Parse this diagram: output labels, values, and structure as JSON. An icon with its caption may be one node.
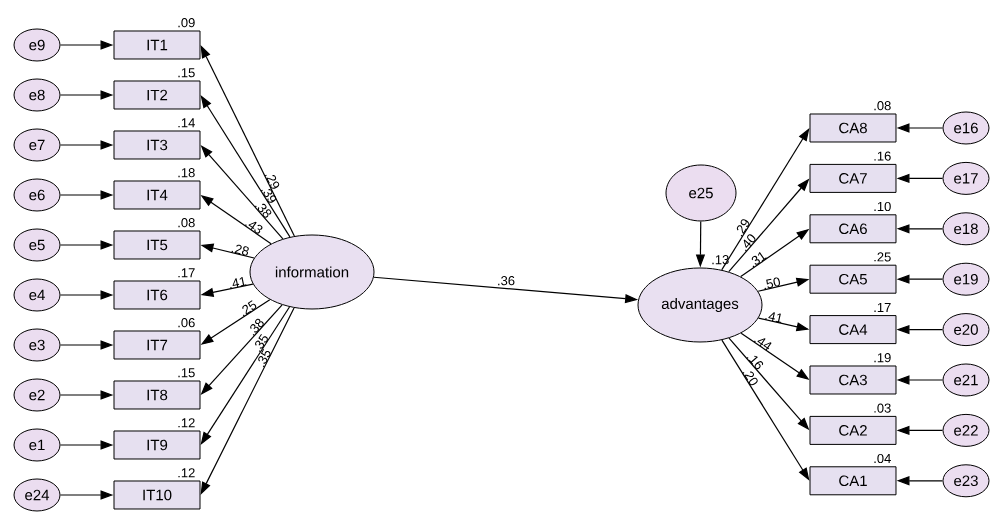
{
  "diagram": {
    "nodes": [
      {
        "text": [
          "e9"
        ]
      },
      {
        "text": [
          "e8"
        ]
      },
      {
        "text": [
          "e7"
        ]
      },
      {
        "text": [
          "e6"
        ]
      },
      {
        "text": [
          "e5"
        ]
      },
      {
        "text": [
          "e4"
        ]
      },
      {
        "text": [
          "e3"
        ]
      },
      {
        "text": [
          "e2"
        ]
      },
      {
        "text": [
          "e1"
        ]
      },
      {
        "text": [
          "e24"
        ]
      },
      {
        "text": [
          "IT1"
        ],
        "beside": [
          ".09"
        ]
      },
      {
        "text": [
          "IT2"
        ],
        "beside": [
          ".15"
        ]
      },
      {
        "text": [
          "IT3"
        ],
        "beside": [
          ".14"
        ]
      },
      {
        "text": [
          "IT4"
        ],
        "beside": [
          ".18"
        ]
      },
      {
        "text": [
          "IT5"
        ],
        "beside": [
          ".08"
        ]
      },
      {
        "text": [
          "IT6"
        ],
        "beside": [
          ".17"
        ]
      },
      {
        "text": [
          "IT7"
        ],
        "beside": [
          ".06"
        ]
      },
      {
        "text": [
          "IT8"
        ],
        "beside": [
          ".15"
        ]
      },
      {
        "text": [
          "IT9"
        ],
        "beside": [
          ".12"
        ]
      },
      {
        "text": [
          "IT10"
        ],
        "beside": [
          ".12"
        ]
      },
      {
        "text": [
          "information"
        ]
      },
      {
        "text": [
          "e25"
        ]
      },
      {
        "text": [
          "advantages"
        ],
        "beside": [
          ".13"
        ]
      },
      {
        "text": [
          "CA8"
        ],
        "beside": [
          ".08"
        ]
      },
      {
        "text": [
          "CA7"
        ],
        "beside": [
          ".16"
        ]
      },
      {
        "text": [
          "CA6"
        ],
        "beside": [
          ".10"
        ]
      },
      {
        "text": [
          "CA5"
        ],
        "beside": [
          ".25"
        ]
      },
      {
        "text": [
          "CA4"
        ],
        "beside": [
          ".17"
        ]
      },
      {
        "text": [
          "CA3"
        ],
        "beside": [
          ".19"
        ]
      },
      {
        "text": [
          "CA2"
        ],
        "beside": [
          ".03"
        ]
      },
      {
        "text": [
          "CA1"
        ],
        "beside": [
          ".04"
        ]
      },
      {
        "text": [
          "e16"
        ]
      },
      {
        "text": [
          "e17"
        ]
      },
      {
        "text": [
          "e18"
        ]
      },
      {
        "text": [
          "e19"
        ]
      },
      {
        "text": [
          "e20"
        ]
      },
      {
        "text": [
          "e21"
        ]
      },
      {
        "text": [
          "e22"
        ]
      },
      {
        "text": [
          "e23"
        ]
      }
    ],
    "edges": [
      {
        "from": 0,
        "to": 10,
        "arrow": "to"
      },
      {
        "from": 1,
        "to": 11,
        "arrow": "to"
      },
      {
        "from": 2,
        "to": 12,
        "arrow": "to"
      },
      {
        "from": 3,
        "to": 13,
        "arrow": "to"
      },
      {
        "from": 4,
        "to": 14,
        "arrow": "to"
      },
      {
        "from": 5,
        "to": 15,
        "arrow": "to"
      },
      {
        "from": 6,
        "to": 16,
        "arrow": "to"
      },
      {
        "from": 7,
        "to": 17,
        "arrow": "to"
      },
      {
        "from": 8,
        "to": 18,
        "arrow": "to"
      },
      {
        "from": 9,
        "to": 19,
        "arrow": "to"
      },
      {
        "from": 20,
        "to": 10,
        "arrow": "to",
        "label": ".29"
      },
      {
        "from": 20,
        "to": 11,
        "arrow": "to",
        "label": ".39"
      },
      {
        "from": 20,
        "to": 12,
        "arrow": "to",
        "label": ".38"
      },
      {
        "from": 20,
        "to": 13,
        "arrow": "to",
        "label": ".43"
      },
      {
        "from": 20,
        "to": 14,
        "arrow": "to",
        "label": ".28"
      },
      {
        "from": 20,
        "to": 15,
        "arrow": "to",
        "label": ".41"
      },
      {
        "from": 20,
        "to": 16,
        "arrow": "to",
        "label": ".25"
      },
      {
        "from": 20,
        "to": 17,
        "arrow": "to",
        "label": ".38"
      },
      {
        "from": 20,
        "to": 18,
        "arrow": "to",
        "label": ".35"
      },
      {
        "from": 20,
        "to": 19,
        "arrow": "to",
        "label": ".35"
      },
      {
        "from": 20,
        "to": 22,
        "arrow": "to",
        "label": ".36"
      },
      {
        "from": 21,
        "to": 22,
        "arrow": "to"
      },
      {
        "from": 22,
        "to": 23,
        "arrow": "to",
        "label": ".29"
      },
      {
        "from": 22,
        "to": 24,
        "arrow": "to",
        "label": ".40"
      },
      {
        "from": 22,
        "to": 25,
        "arrow": "to",
        "label": ".31"
      },
      {
        "from": 22,
        "to": 26,
        "arrow": "to",
        "label": ".50"
      },
      {
        "from": 22,
        "to": 27,
        "arrow": "to",
        "label": ".41"
      },
      {
        "from": 22,
        "to": 28,
        "arrow": "to",
        "label": ".44"
      },
      {
        "from": 22,
        "to": 29,
        "arrow": "to",
        "label": ".16"
      },
      {
        "from": 22,
        "to": 30,
        "arrow": "to",
        "label": ".20"
      },
      {
        "from": 31,
        "to": 23,
        "arrow": "to"
      },
      {
        "from": 32,
        "to": 24,
        "arrow": "to"
      },
      {
        "from": 33,
        "to": 25,
        "arrow": "to"
      },
      {
        "from": 34,
        "to": 26,
        "arrow": "to"
      },
      {
        "from": 35,
        "to": 27,
        "arrow": "to"
      },
      {
        "from": 36,
        "to": 28,
        "arrow": "to"
      },
      {
        "from": 37,
        "to": 29,
        "arrow": "to"
      },
      {
        "from": 38,
        "to": 30,
        "arrow": "to"
      }
    ]
  }
}
